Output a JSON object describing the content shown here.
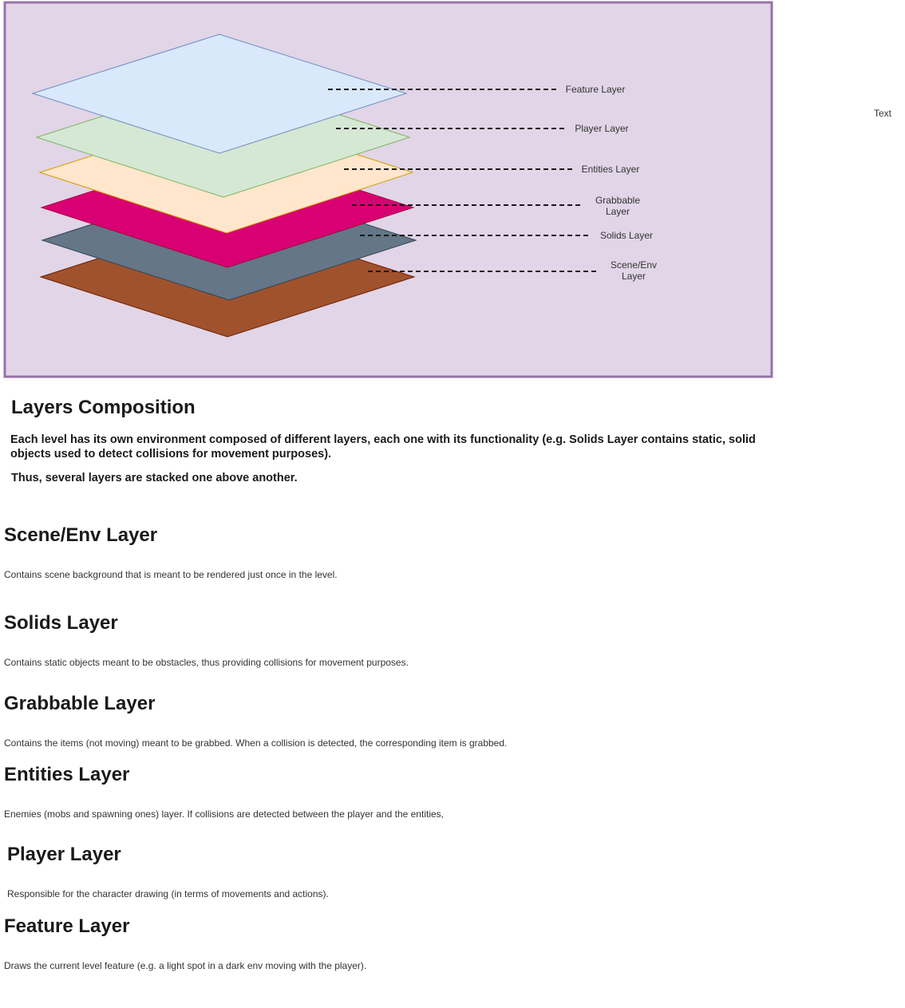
{
  "diagram": {
    "free_text": "Text",
    "layers": [
      {
        "id": "scene",
        "label_lines": [
          "Scene/Env",
          "Layer"
        ],
        "fill": "#A0522D",
        "stroke": "#6D1F00"
      },
      {
        "id": "solids",
        "label_lines": [
          "Solids Layer"
        ],
        "fill": "#647687",
        "stroke": "#314354"
      },
      {
        "id": "grabbable",
        "label_lines": [
          "Grabbable",
          "Layer"
        ],
        "fill": "#D80073",
        "stroke": "#A50040"
      },
      {
        "id": "entities",
        "label_lines": [
          "Entities Layer"
        ],
        "fill": "#FFE6CC",
        "stroke": "#D79B00"
      },
      {
        "id": "player",
        "label_lines": [
          "Player Layer"
        ],
        "fill": "#D5E8D4",
        "stroke": "#82B366"
      },
      {
        "id": "feature",
        "label_lines": [
          "Feature Layer"
        ],
        "fill": "#DAE8FC",
        "stroke": "#6C8EBF"
      }
    ],
    "container_fill": "#E1D5E7",
    "container_stroke": "#9673A6"
  },
  "composition": {
    "title": "Layers Composition",
    "paragraph1": "Each level has its own environment composed of different layers, each one with its functionality (e.g. Solids Layer contains static, solid objects used to detect collisions for movement purposes).",
    "paragraph2": "Thus, several layers are stacked one above another."
  },
  "sections": {
    "scene": {
      "title": "Scene/Env Layer",
      "desc": "Contains scene background that is meant to be rendered just once in the level."
    },
    "solids": {
      "title": "Solids Layer",
      "desc": "Contains static objects meant to be obstacles, thus providing collisions for movement purposes."
    },
    "grabbable": {
      "title": "Grabbable Layer",
      "desc": "Contains the items (not moving) meant to be grabbed. When a collision is detected, the corresponding item is grabbed."
    },
    "entities": {
      "title": "Entities Layer",
      "desc": "Enemies (mobs and spawning ones) layer. If collisions are detected between the player and the entities,"
    },
    "player": {
      "title": "Player Layer",
      "desc": "Responsible for the character drawing (in terms of movements and actions)."
    },
    "feature": {
      "title": "Feature Layer",
      "desc": "Draws the current level feature (e.g. a light spot in a dark env moving with the player)."
    }
  }
}
